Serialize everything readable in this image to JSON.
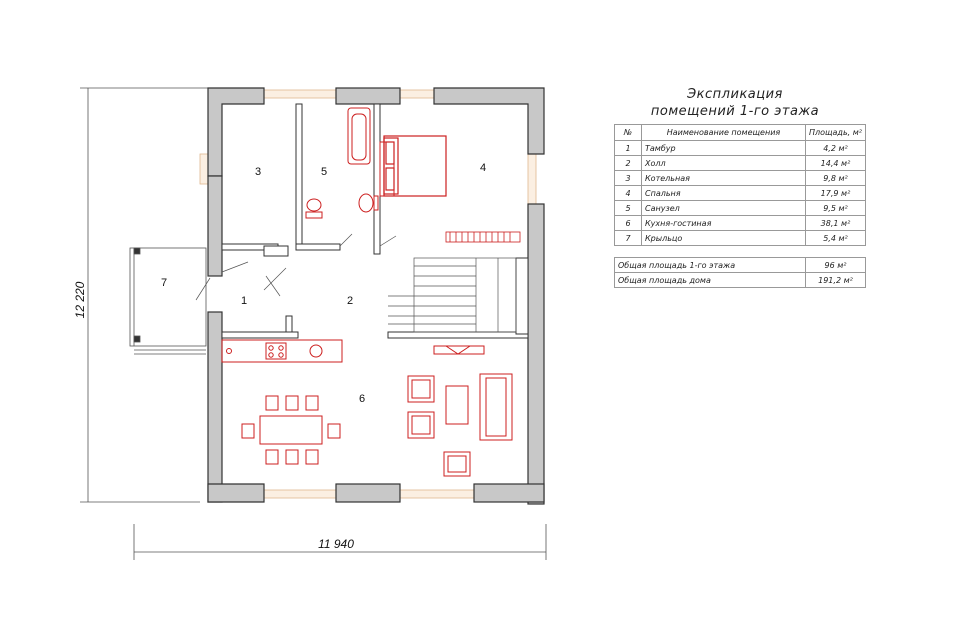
{
  "dimensions": {
    "height": "12 220",
    "width": "11 940"
  },
  "room_numbers": [
    "1",
    "2",
    "3",
    "4",
    "5",
    "6",
    "7"
  ],
  "explication": {
    "title_line1": "Экспликация",
    "title_line2": "помещений 1-го этажа",
    "headers": {
      "num": "№",
      "name": "Наименование помещения",
      "area": "Площадь, м²"
    },
    "rows": [
      {
        "num": "1",
        "name": "Тамбур",
        "area": "4,2 м²"
      },
      {
        "num": "2",
        "name": "Холл",
        "area": "14,4 м²"
      },
      {
        "num": "3",
        "name": "Котельная",
        "area": "9,8 м²"
      },
      {
        "num": "4",
        "name": "Спальня",
        "area": "17,9 м²"
      },
      {
        "num": "5",
        "name": "Санузел",
        "area": "9,5 м²"
      },
      {
        "num": "6",
        "name": "Кухня-гостиная",
        "area": "38,1 м²"
      },
      {
        "num": "7",
        "name": "Крыльцо",
        "area": "5,4 м²"
      }
    ],
    "totals": [
      {
        "name": "Общая площадь 1-го этажа",
        "area": "96 м²"
      },
      {
        "name": "Общая площадь дома",
        "area": "191,2 м²"
      }
    ]
  },
  "colors": {
    "wall": "#c8c8c8",
    "outline": "#333333",
    "furniture": "#cc1f1f",
    "window": "#f0c8a0"
  }
}
